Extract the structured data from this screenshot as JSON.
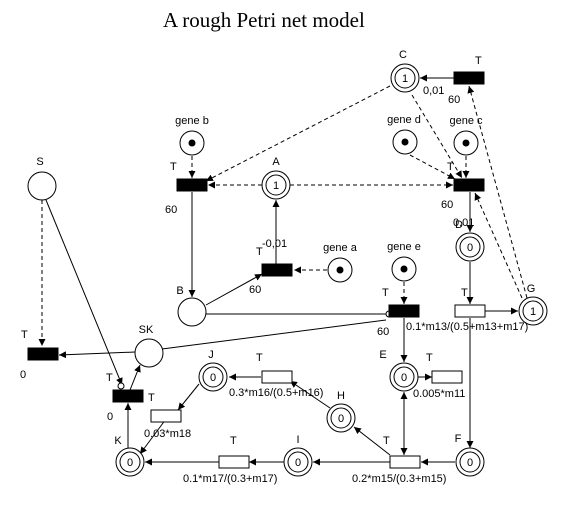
{
  "title": "A rough Petri net model",
  "places": {
    "C": {
      "label": "C",
      "tokens": "1"
    },
    "A": {
      "label": "A",
      "tokens": "1"
    },
    "D": {
      "label": "D",
      "tokens": "0"
    },
    "G": {
      "label": "G",
      "tokens": "1"
    },
    "S": {
      "label": "S"
    },
    "B": {
      "label": "B"
    },
    "SK": {
      "label": "SK"
    },
    "gene_a": {
      "label": "gene a"
    },
    "gene_b": {
      "label": "gene b"
    },
    "gene_c": {
      "label": "gene c"
    },
    "gene_d": {
      "label": "gene d"
    },
    "gene_e": {
      "label": "gene e"
    },
    "J": {
      "label": "J",
      "tokens": "0"
    },
    "H": {
      "label": "H",
      "tokens": "0"
    },
    "E": {
      "label": "E",
      "tokens": "0"
    },
    "F": {
      "label": "F",
      "tokens": "0"
    },
    "K": {
      "label": "K",
      "tokens": "0"
    },
    "I": {
      "label": "I",
      "tokens": "0"
    }
  },
  "transitions": {
    "t_C": {
      "label": "T",
      "param1": "0,01",
      "param2": "60"
    },
    "t_B": {
      "label": "T",
      "param": "60"
    },
    "t_D": {
      "label": "T",
      "param1": "60",
      "param2": "0,01"
    },
    "t_A": {
      "label": "T",
      "param1": "-0,01",
      "param2": "60"
    },
    "t_E": {
      "label": "T",
      "param1": "60",
      "param2": "0.1*m13/(0.5+m13+m17)"
    },
    "t_G": {
      "label": "T"
    },
    "t_S": {
      "label": "T",
      "param": "0"
    },
    "t_SK": {
      "label": "T",
      "label2": "T",
      "param": "0"
    },
    "t_J": {
      "label": "T",
      "param": "0.3*m16/(0.5+m16)"
    },
    "t_K": {
      "param": "0.03*m18"
    },
    "t_E2": {
      "label": "T",
      "param": "0.005*m11"
    },
    "t_I": {
      "label": "T",
      "param": "0.2*m15/(0.3+m15)"
    },
    "t_KI": {
      "label": "T",
      "param": "0.1*m17/(0.3+m17)"
    }
  }
}
